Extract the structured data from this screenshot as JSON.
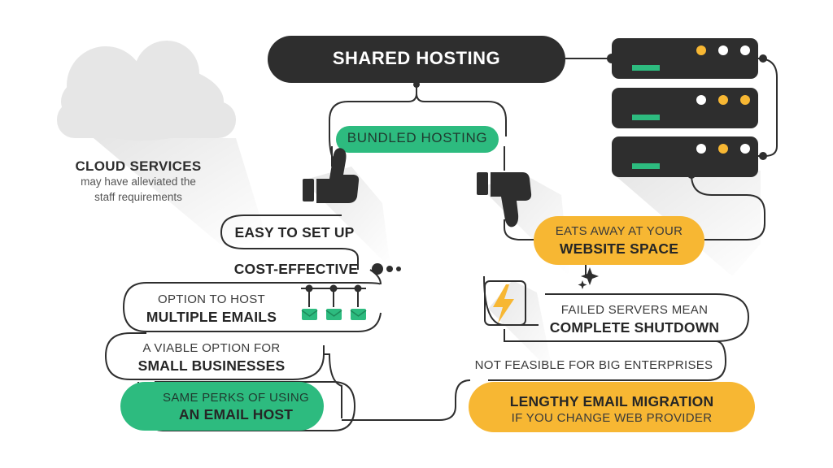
{
  "title": "SHARED HOSTING",
  "tag": "BUNDLED HOSTING",
  "cloud": {
    "heading": "CLOUD SERVICES",
    "line1": "may have alleviated the",
    "line2": "staff requirements"
  },
  "pros": [
    {
      "bold": "EASY TO SET UP"
    },
    {
      "bold": "COST-EFFECTIVE"
    },
    {
      "thin": "OPTION TO HOST",
      "bold": "MULTIPLE EMAILS"
    },
    {
      "thin": "A VIABLE OPTION FOR",
      "bold": "SMALL BUSINESSES"
    },
    {
      "thin": "SAME PERKS OF USING",
      "bold": "AN EMAIL HOST"
    }
  ],
  "cons": [
    {
      "thin": "EATS AWAY AT YOUR",
      "bold": "WEBSITE SPACE"
    },
    {
      "thin": "FAILED SERVERS MEAN",
      "bold": "COMPLETE SHUTDOWN"
    },
    {
      "thin": "NOT FEASIBLE FOR BIG ENTERPRISES"
    },
    {
      "bold": "LENGTHY EMAIL MIGRATION",
      "thin": "IF YOU CHANGE WEB PROVIDER"
    }
  ],
  "icons": {
    "thumbs_up": "thumbs-up-icon",
    "thumbs_down": "thumbs-down-icon",
    "cloud": "cloud-icon",
    "server": "server-rack-icon",
    "lightning": "lightning-icon",
    "sparkle": "sparkle-icon",
    "envelope": "envelope-icon"
  },
  "colors": {
    "dark": "#2e2e2e",
    "green": "#2dbb7f",
    "orange": "#f7b733",
    "line": "#2e2e2e",
    "cloud": "#e8e8e8"
  }
}
